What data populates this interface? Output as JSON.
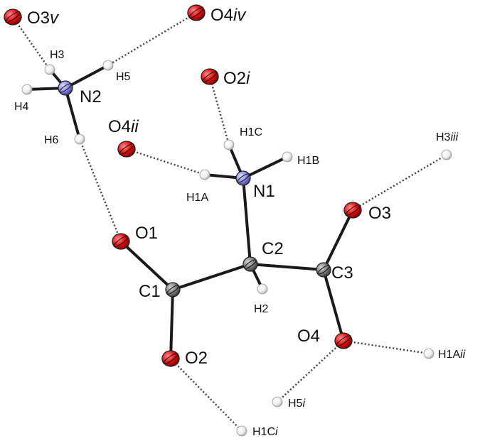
{
  "colors": {
    "oxygen": "#e01010",
    "nitrogen": "#8c8ce6",
    "carbon": "#808080",
    "hydrogen": "#f2f2f2"
  },
  "atoms": [
    {
      "id": "O3v",
      "element": "O",
      "label": "O3",
      "suffix": "v"
    },
    {
      "id": "O4iv",
      "element": "O",
      "label": "O4",
      "suffix": "iv"
    },
    {
      "id": "H3",
      "element": "H",
      "label": "H3",
      "suffix": ""
    },
    {
      "id": "H5",
      "element": "H",
      "label": "H5",
      "suffix": ""
    },
    {
      "id": "N2",
      "element": "N",
      "label": "N2",
      "suffix": ""
    },
    {
      "id": "H4",
      "element": "H",
      "label": "H4",
      "suffix": ""
    },
    {
      "id": "H6",
      "element": "H",
      "label": "H6",
      "suffix": ""
    },
    {
      "id": "O2i",
      "element": "O",
      "label": "O2",
      "suffix": "i"
    },
    {
      "id": "O4ii",
      "element": "O",
      "label": "O4",
      "suffix": "ii"
    },
    {
      "id": "H1C",
      "element": "H",
      "label": "H1C",
      "suffix": ""
    },
    {
      "id": "H3iii",
      "element": "H",
      "label": "H3",
      "suffix": "iii"
    },
    {
      "id": "H1B",
      "element": "H",
      "label": "H1B",
      "suffix": ""
    },
    {
      "id": "H1A",
      "element": "H",
      "label": "H1A",
      "suffix": ""
    },
    {
      "id": "N1",
      "element": "N",
      "label": "N1",
      "suffix": ""
    },
    {
      "id": "O3",
      "element": "O",
      "label": "O3",
      "suffix": ""
    },
    {
      "id": "O1",
      "element": "O",
      "label": "O1",
      "suffix": ""
    },
    {
      "id": "C2",
      "element": "C",
      "label": "C2",
      "suffix": ""
    },
    {
      "id": "C3",
      "element": "C",
      "label": "C3",
      "suffix": ""
    },
    {
      "id": "C1",
      "element": "C",
      "label": "C1",
      "suffix": ""
    },
    {
      "id": "H2",
      "element": "H",
      "label": "H2",
      "suffix": ""
    },
    {
      "id": "O4",
      "element": "O",
      "label": "O4",
      "suffix": ""
    },
    {
      "id": "H1Aii",
      "element": "H",
      "label": "H1A",
      "suffix": "ii"
    },
    {
      "id": "O2",
      "element": "O",
      "label": "O2",
      "suffix": ""
    },
    {
      "id": "H5i",
      "element": "H",
      "label": "H5",
      "suffix": "i"
    },
    {
      "id": "H1Ci",
      "element": "H",
      "label": "H1C",
      "suffix": "i"
    }
  ],
  "bonds": [
    [
      "N2",
      "H3"
    ],
    [
      "N2",
      "H5"
    ],
    [
      "N2",
      "H4"
    ],
    [
      "N2",
      "H6"
    ],
    [
      "N1",
      "H1C"
    ],
    [
      "N1",
      "H1B"
    ],
    [
      "N1",
      "H1A"
    ],
    [
      "N1",
      "C2"
    ],
    [
      "C2",
      "C1"
    ],
    [
      "C2",
      "C3"
    ],
    [
      "C2",
      "H2"
    ],
    [
      "C1",
      "O1"
    ],
    [
      "C1",
      "O2"
    ],
    [
      "C3",
      "O3"
    ],
    [
      "C3",
      "O4"
    ]
  ],
  "hbonds": [
    [
      "O3v",
      "H3"
    ],
    [
      "O4iv",
      "H5"
    ],
    [
      "H6",
      "O1"
    ],
    [
      "O2i",
      "H1C"
    ],
    [
      "O4ii",
      "H1A"
    ],
    [
      "H3iii",
      "O3"
    ],
    [
      "O4",
      "H1Aii"
    ],
    [
      "O4",
      "H5i"
    ],
    [
      "O2",
      "H1Ci"
    ]
  ]
}
